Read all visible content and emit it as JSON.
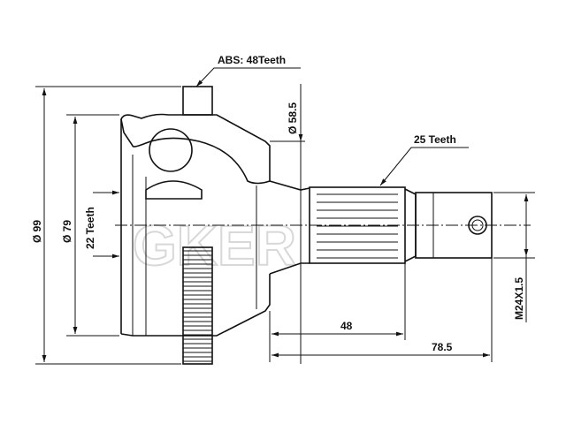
{
  "labels": {
    "abs": "ABS: 48Teeth",
    "outer_diameter": "Ø 99",
    "inner_diameter": "Ø 79",
    "inner_teeth": "22 Teeth",
    "flange_diameter": "Ø 58.5",
    "spline_teeth": "25 Teeth",
    "thread": "M24X1.5",
    "length_spline": "48",
    "length_total": "78.5"
  },
  "watermark": "GKER",
  "colors": {
    "line": "#111111",
    "watermark": "#d8d8d8"
  }
}
